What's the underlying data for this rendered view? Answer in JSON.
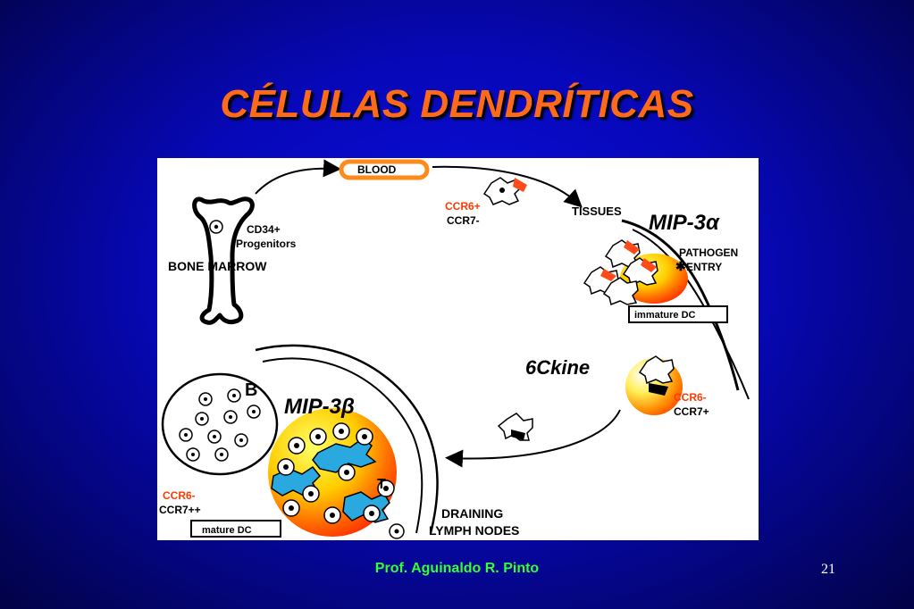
{
  "slide": {
    "title": "CÉLULAS DENDRÍTICAS",
    "footer": "Prof. Aguinaldo R. Pinto",
    "page_number": "21"
  },
  "diagram": {
    "blood": "BLOOD",
    "cd34": "CD34+",
    "progenitors": "Progenitors",
    "bone_marrow": "BONE MARROW",
    "ccr6_plus": "CCR6+",
    "ccr7_minus": "CCR7-",
    "tissues": "TISSUES",
    "mip3a": "MIP-3α",
    "pathogen": "PATHOGEN",
    "entry": "ENTRY",
    "immature_dc": "immature DC",
    "sixckine": "6Ckine",
    "ccr6_minus_1": "CCR6-",
    "ccr7_plus": "CCR7+",
    "b_label": "B",
    "mip3b": "MIP-3β",
    "t_label": "T",
    "ccr6_minus_2": "CCR6-",
    "ccr7_plusplus": "CCR7++",
    "mature_dc": "mature DC",
    "draining": "DRAINING",
    "lymph_nodes": "LYMPH NODES"
  },
  "colors": {
    "title": "#ff6a1a",
    "footer": "#33ff33",
    "accent_orange": "#ff3a00",
    "dc_blue": "#2aa8e0"
  }
}
